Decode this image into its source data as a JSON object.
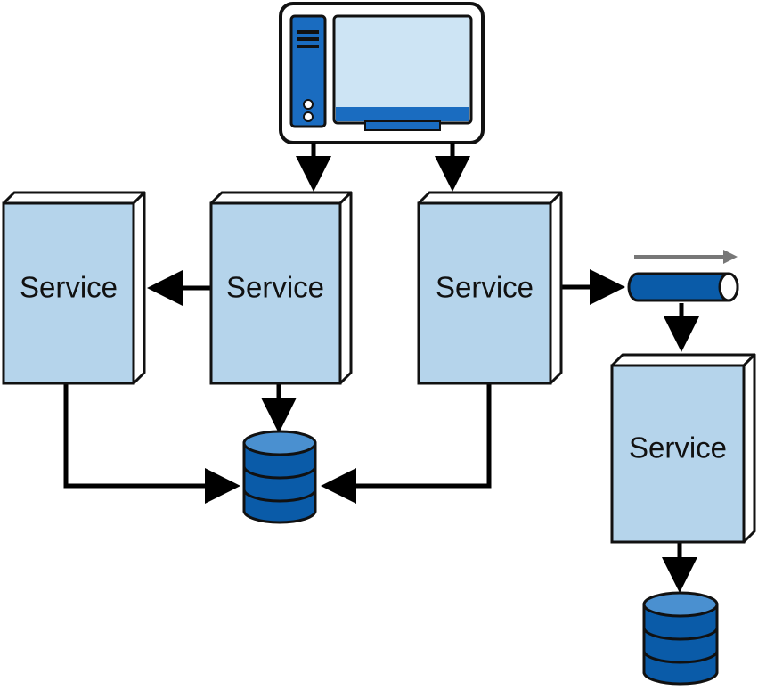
{
  "services": [
    {
      "id": "service-1",
      "label": "Service"
    },
    {
      "id": "service-2",
      "label": "Service"
    },
    {
      "id": "service-3",
      "label": "Service"
    },
    {
      "id": "service-4",
      "label": "Service"
    }
  ],
  "icons": {
    "client": "desktop-computer-icon",
    "database": "database-icon",
    "queue": "message-queue-icon",
    "flow_direction": "right-arrow-icon"
  },
  "colors": {
    "box_fill": "#b5d4eb",
    "box_stroke": "#111111",
    "db_blue": "#0a5ba8",
    "db_light": "#4a90d0",
    "screen_fill": "#cde4f4",
    "screen_bar": "#1a6cc0",
    "arrow": "#000000",
    "flow_arrow": "#777777"
  }
}
